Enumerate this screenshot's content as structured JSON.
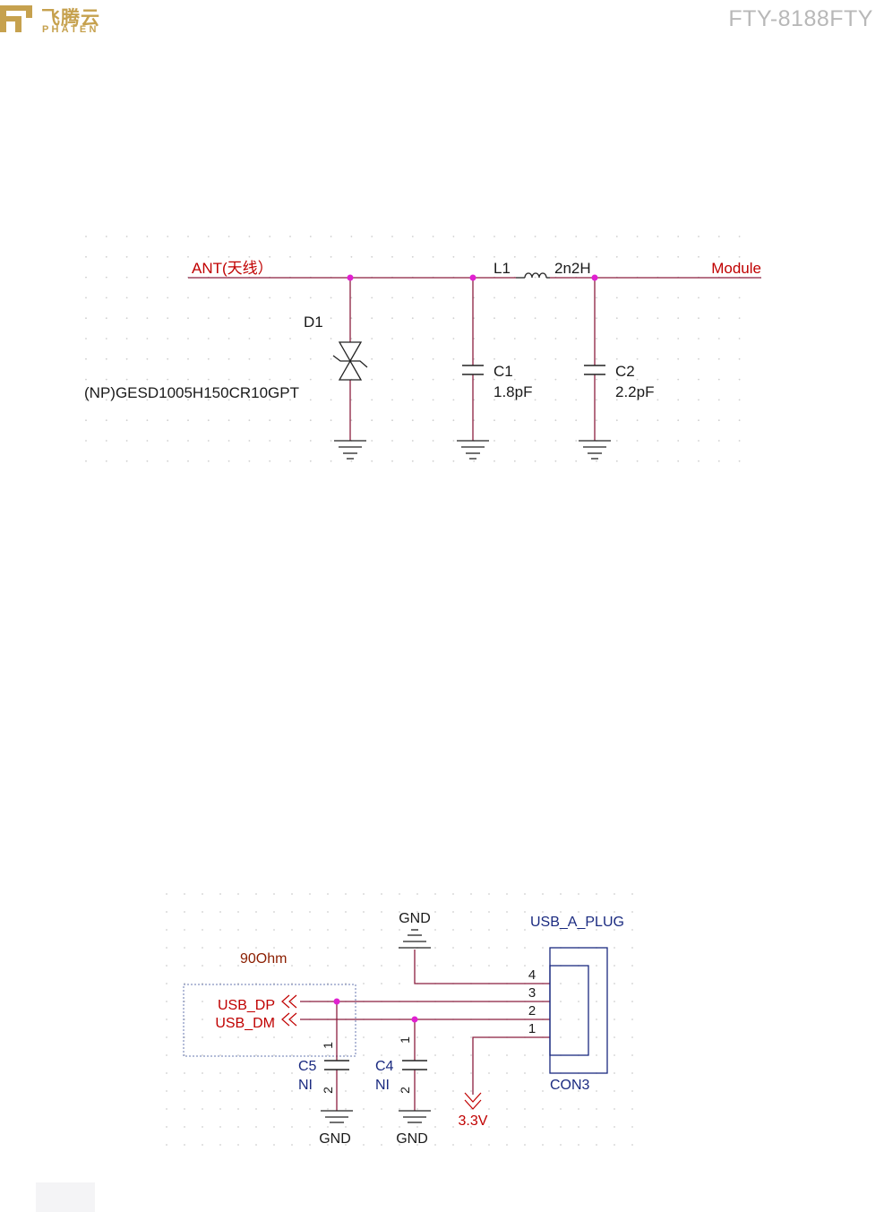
{
  "header": {
    "brand_cn": "飞腾云",
    "brand_en": "PHATEN",
    "model_number": "FTY-8188FTY"
  },
  "colors": {
    "wire": "#8b1e3f",
    "junction": "#e020d0",
    "net_label": "#c00000",
    "part_text": "#1a1a1a",
    "connector_blue": "#1a2a80",
    "grid_dot": "#cfcfcf",
    "brand_gold": "#c6a14e"
  },
  "antenna_circuit": {
    "net_ant": "ANT(天线）",
    "net_module": "Module",
    "diode": {
      "ref": "D1",
      "value": "(NP)GESD1005H150CR10GPT"
    },
    "inductor": {
      "ref": "L1",
      "value": "2n2H"
    },
    "cap1": {
      "ref": "C1",
      "value": "1.8pF"
    },
    "cap2": {
      "ref": "C2",
      "value": "2.2pF"
    }
  },
  "usb_circuit": {
    "impedance_label": "90Ohm",
    "net_dp": "USB_DP",
    "net_dm": "USB_DM",
    "gnd_top": "GND",
    "connector_name": "USB_A_PLUG",
    "connector_ref": "CON3",
    "pins": [
      "4",
      "3",
      "2",
      "1"
    ],
    "power_net": "3.3V",
    "cap5": {
      "ref": "C5",
      "value": "NI",
      "pin1": "1",
      "pin2": "2",
      "gnd": "GND"
    },
    "cap4": {
      "ref": "C4",
      "value": "NI",
      "pin1": "1",
      "pin2": "2",
      "gnd": "GND"
    }
  }
}
